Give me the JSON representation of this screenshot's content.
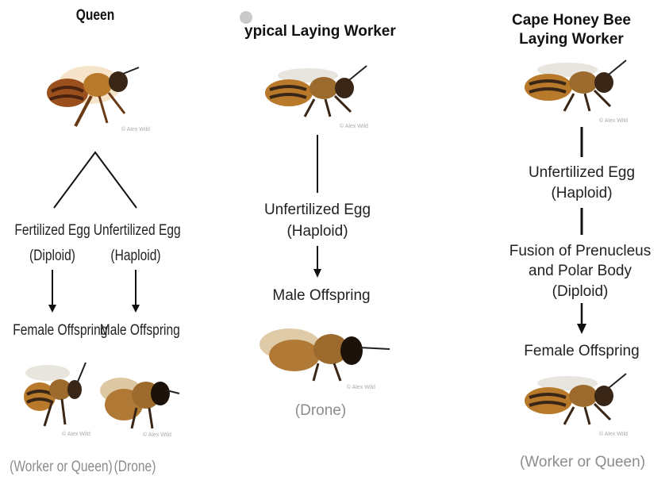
{
  "queen": {
    "title": "Queen",
    "fertilized_egg": "Fertilized Egg",
    "diploid": "(Diploid)",
    "unfertilized_egg": "Unfertilized Egg",
    "haploid": "(Haploid)",
    "female_offspring": "Female Offspring",
    "male_offspring": "Male Offspring",
    "worker_or_queen": "(Worker or Queen)",
    "drone": "(Drone)"
  },
  "typical_worker": {
    "title": "ypical Laying Worker",
    "unfertilized_egg": "Unfertilized Egg",
    "haploid": "(Haploid)",
    "male_offspring": "Male Offspring",
    "drone": "(Drone)"
  },
  "cape_worker": {
    "title_line1": "Cape Honey Bee",
    "title_line2": "Laying Worker",
    "unfertilized_egg": "Unfertilized Egg",
    "haploid": "(Haploid)",
    "fusion_line1": "Fusion of Prenucleus",
    "fusion_line2": "and Polar Body",
    "diploid": "(Diploid)",
    "female_offspring": "Female Offspring",
    "worker_or_queen": "(Worker or Queen)"
  },
  "photo_credit": "© Alex Wild",
  "colors": {
    "line": "#111111",
    "grey_text": "#8c8c8c",
    "bee_amber": "#b8792a",
    "bee_dark": "#3a2616"
  }
}
